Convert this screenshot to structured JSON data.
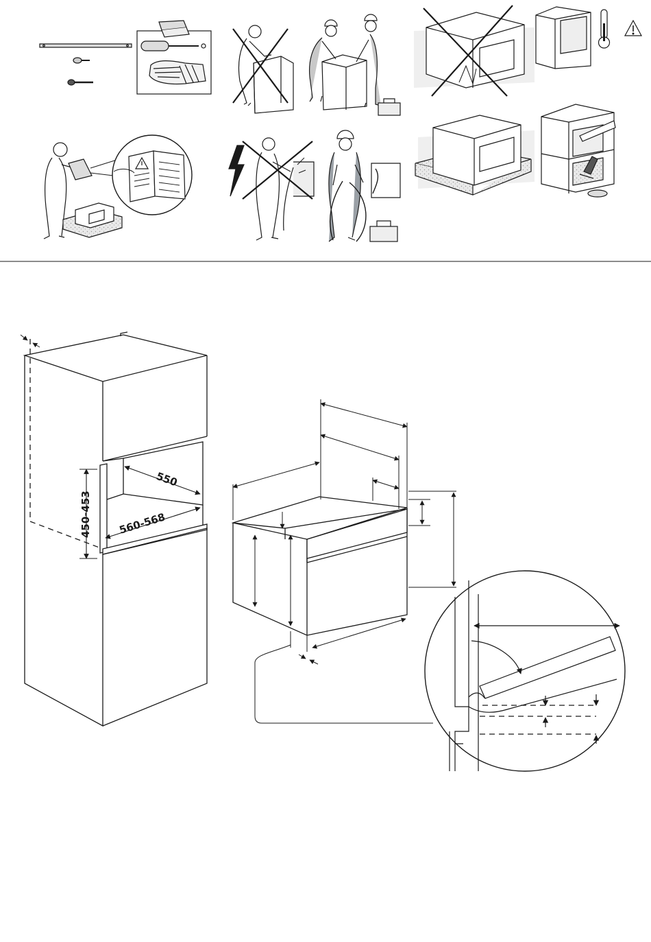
{
  "dimensions": {
    "niche_depth": "550",
    "niche_width": "560-568",
    "niche_height": "450-453"
  },
  "icons": {
    "warning": "warning-triangle-icon",
    "lightning": "lightning-bolt-icon",
    "thermometer": "thermometer-icon",
    "prohibited": "cross-out-icon"
  },
  "colors": {
    "line": "#1a1a1a",
    "fill_gray": "#e6e6e6",
    "fill_dark": "#555555",
    "worker_blue": "#9aa0a6"
  }
}
